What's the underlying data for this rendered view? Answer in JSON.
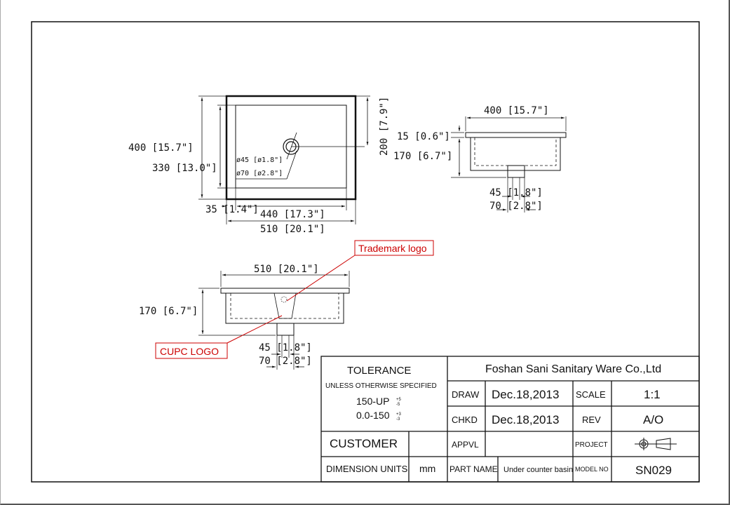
{
  "drawing": {
    "top_view": {
      "overall_height": "400 [15.7\"]",
      "bowl_height": "330 [13.0\"]",
      "drain_to_back": "200 [7.9\"]",
      "drain_diameter": "ø45 [ø1.8\"]",
      "drain_outer_diameter": "ø70 [ø2.8\"]",
      "rim_offset": "35 [1.4\"]",
      "bowl_width": "440 [17.3\"]",
      "overall_width": "510 [20.1\"]"
    },
    "side_view": {
      "width": "400 [15.7\"]",
      "rim_thickness": "15 [0.6\"]",
      "depth": "170 [6.7\"]",
      "drain_inner": "45 [1.8\"]",
      "drain_outer": "70 [2.8\"]"
    },
    "front_view": {
      "width": "510 [20.1\"]",
      "depth": "170 [6.7\"]",
      "drain_inner": "45 [1.8\"]",
      "drain_outer": "70 [2.8\"]"
    },
    "callouts": {
      "trademark": "Trademark logo",
      "cupc": "CUPC LOGO",
      "color": "#cc0000"
    }
  },
  "title_block": {
    "tolerance_title": "TOLERANCE",
    "tolerance_note": "UNLESS OTHERWISE SPECIFIED",
    "tol_range_1": "150-UP",
    "tol_value_1_upper": "+5",
    "tol_value_1_lower": "-5",
    "tol_range_2": "0.0-150",
    "tol_value_2_upper": "+3",
    "tol_value_2_lower": "-3",
    "customer_label": "CUSTOMER",
    "dimension_units_label": "DIMENSION UNITS",
    "dimension_units_value": "mm",
    "company": "Foshan Sani Sanitary Ware Co.,Ltd",
    "draw_label": "DRAW",
    "draw_date": "Dec.18,2013",
    "scale_label": "SCALE",
    "scale_value": "1:1",
    "chkd_label": "CHKD",
    "chkd_date": "Dec.18,2013",
    "rev_label": "REV",
    "rev_value": "A/O",
    "appvl_label": "APPVL",
    "project_label": "PROJECT",
    "part_name_label": "PART NAME",
    "part_name_value": "Under counter basin",
    "model_no_label": "MODEL NO",
    "model_no_value": "SN029"
  }
}
